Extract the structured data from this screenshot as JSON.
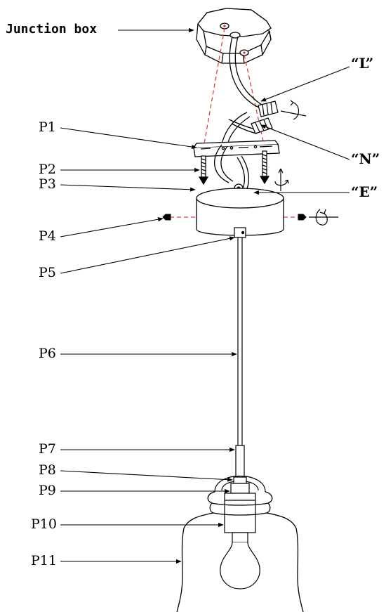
{
  "labels": {
    "junction_box": "Junction box",
    "L": "“L”",
    "N": "“N”",
    "E": "“E”",
    "P1": "P1",
    "P2": "P2",
    "P3": "P3",
    "P4": "P4",
    "P5": "P5",
    "P6": "P6",
    "P7": "P7",
    "P8": "P8",
    "P9": "P9",
    "P10": "P10",
    "P11": "P11"
  },
  "colors": {
    "line": "#000000",
    "guide": "#e0403a",
    "background": "#ffffff"
  },
  "icons": [
    "rotate-arrow-icon"
  ]
}
